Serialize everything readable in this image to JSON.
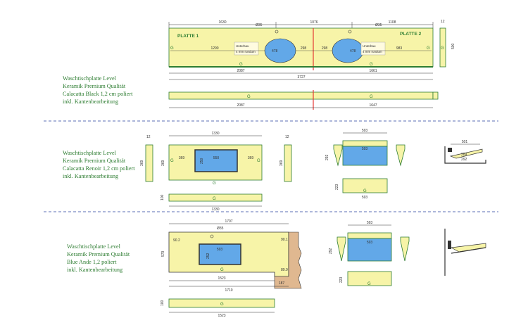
{
  "colors": {
    "slab_fill": "#f7f4a8",
    "slab_stroke": "#2e7d32",
    "basin_fill": "#62a8e8",
    "edge_red": "#e53935",
    "wood_fill": "#e0b890",
    "label_text": "#2e7d32",
    "divider": "#5b6fb5"
  },
  "sections": [
    {
      "lines": [
        "Waschtischplatte Level",
        "Keramik Premium Qualität",
        "Calacatta Black 1,2 cm poliert",
        "inkl. Kantenbearbeitung"
      ]
    },
    {
      "lines": [
        "Waschtischplatte Level",
        "Keramik Premium Qualität",
        "Calacatta Renoir 1,2 cm poliert",
        "inkl. Kantenbearbeitung"
      ]
    },
    {
      "lines": [
        "Waschtischplatte Level",
        "Keramik Premium Qualität",
        "Blue Ande 1,2 poliert",
        "inkl. Kantenbearbeitung"
      ]
    }
  ],
  "drawing1": {
    "plate1": "PLATTE 1",
    "plate2": "PLATTE 2",
    "top_dims": [
      "1630",
      "1076",
      "1108"
    ],
    "hole": "Ø35",
    "note_line1": "Unterbau",
    "note_line2": "4 mm rundum",
    "dims_inner": [
      "1290",
      "298",
      "298",
      "983"
    ],
    "basin_w": "478",
    "side_h": "500",
    "side_w": "12",
    "total_split": [
      "2087",
      "1661"
    ],
    "total": "3727",
    "strip_split": [
      "2087",
      "1647"
    ],
    "edge_mark": "G"
  },
  "drawing2": {
    "top": "1330",
    "bottom": "1330",
    "left": "369",
    "cut": "550",
    "right": "369",
    "cut_h": "250",
    "height": "369",
    "side_w": "12",
    "strip_h": "100",
    "d1": "593",
    "d2": "593",
    "d3": "292",
    "d4": "223",
    "d5": "593",
    "pr1": "501",
    "pr2": "289",
    "pr3": "292",
    "edge_mark": "G"
  },
  "drawing3": {
    "top": "1707",
    "hole": "Ø35",
    "ang1": "90.2",
    "ang2": "90.1",
    "ang3": "89.9",
    "cut": "593",
    "cut_h": "252",
    "height": "579",
    "dim1": "1523",
    "dim2": "1710",
    "dim3": "187",
    "strip": "1523",
    "strip_h": "100",
    "d1": "593",
    "d2": "593",
    "d3": "223",
    "d4": "292",
    "edge_mark": "G"
  }
}
